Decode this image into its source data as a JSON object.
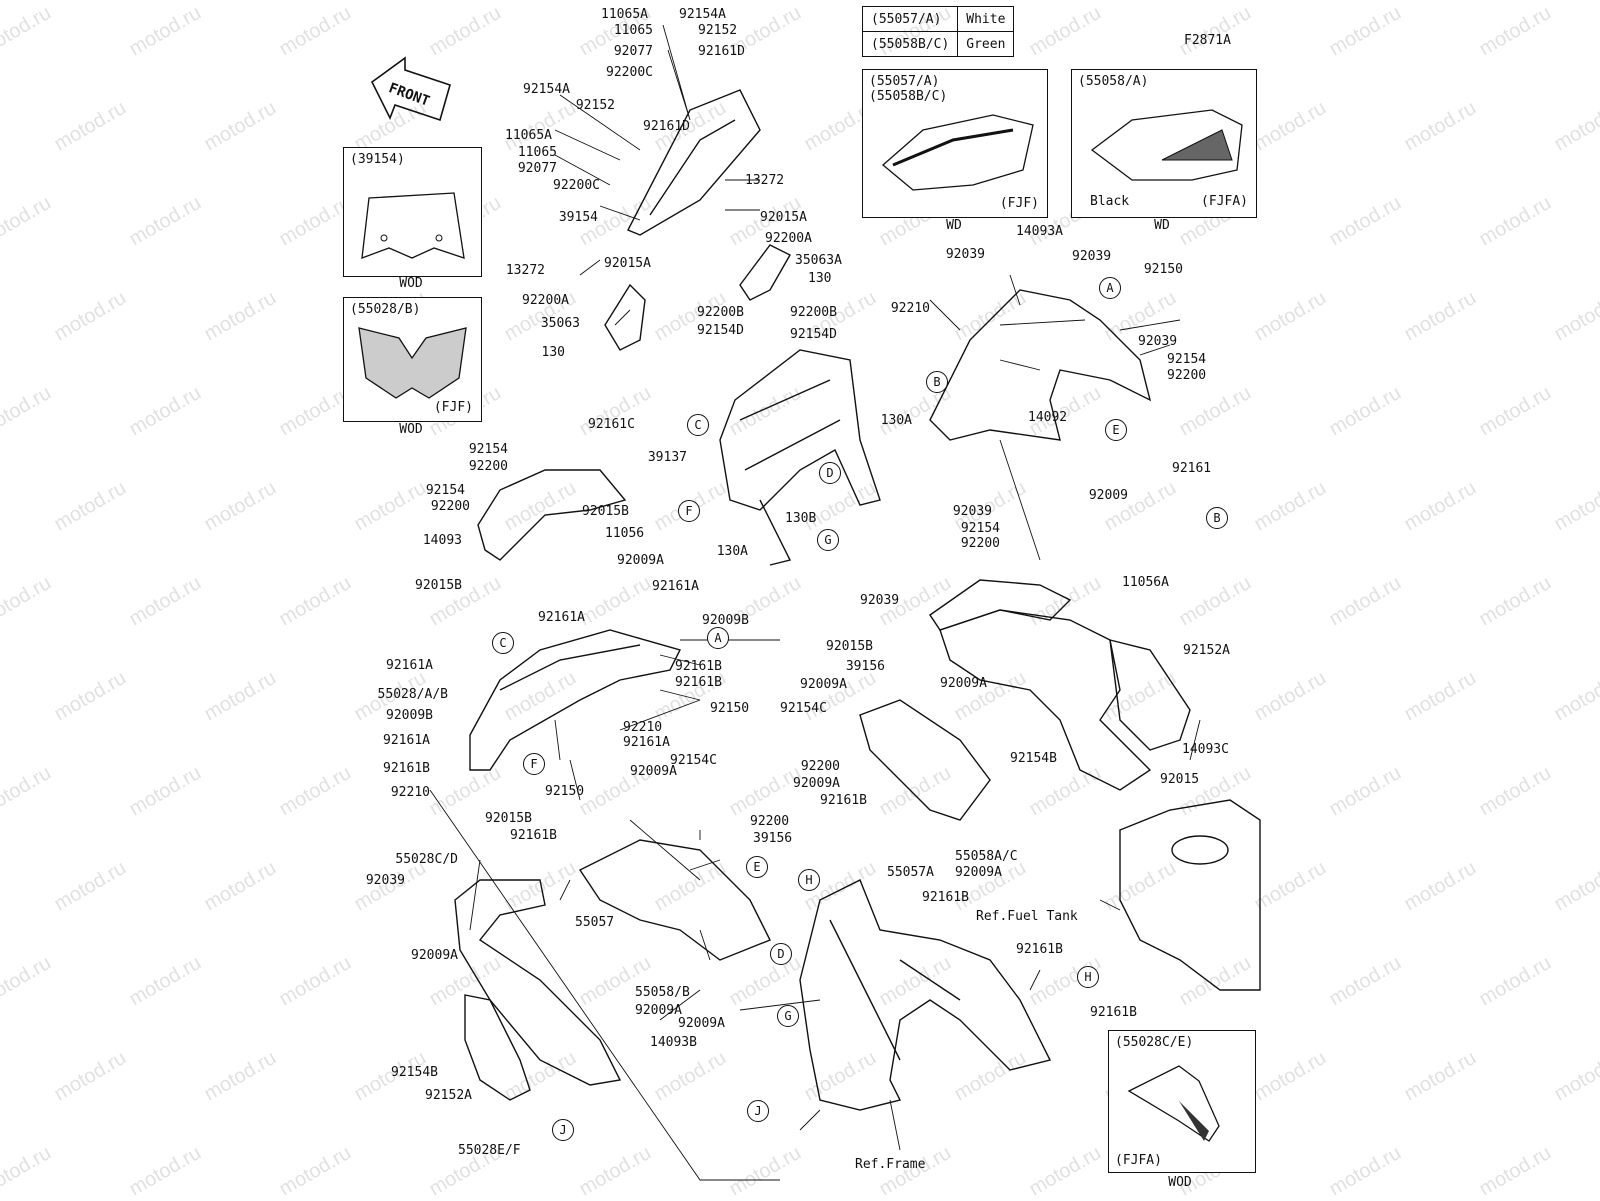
{
  "figure_code": "F2871A",
  "watermark": "motod.ru",
  "front_marker": "FRONT",
  "color_table": [
    {
      "code": "(55057/A)",
      "color": "White"
    },
    {
      "code": "(55058B/C)",
      "color": "Green"
    }
  ],
  "insets": {
    "windshield": {
      "code": "(39154)",
      "under": "WOD"
    },
    "upper_cowl": {
      "code": "(55028/B)",
      "foot": "(FJF)",
      "under": "WOD"
    },
    "side_white": {
      "code_line1": "(55057/A)",
      "code_line2": "(55058B/C)",
      "foot": "(FJF)",
      "under": "WD"
    },
    "side_black": {
      "code": "(55058/A)",
      "tag": "Black",
      "foot": "(FJFA)",
      "under": "WD"
    },
    "small_cowl": {
      "code": "(55028C/E)",
      "foot": "(FJFA)",
      "under": "WOD"
    }
  },
  "refs": {
    "fuel_tank": "Ref.Fuel Tank",
    "frame": "Ref.Frame"
  },
  "part_labels": [
    "11065A",
    "11065",
    "92077",
    "92200C",
    "92154A",
    "92152",
    "92161D",
    "92154A",
    "92152",
    "92161D",
    "11065A",
    "11065",
    "92077",
    "92200C",
    "39154",
    "13272",
    "92015A",
    "92200A",
    "35063A",
    "130",
    "13272",
    "92015A",
    "92200A",
    "92200B",
    "35063",
    "92154D",
    "92200B",
    "92154D",
    "130",
    "92039",
    "14093A",
    "92039",
    "92150",
    "92210",
    "92039",
    "92154",
    "92200",
    "14092",
    "92039",
    "92154",
    "92200",
    "92009",
    "92161",
    "11056A",
    "92161C",
    "39137",
    "130A",
    "130B",
    "130A",
    "92154",
    "92200",
    "92154",
    "92200",
    "92015B",
    "14093",
    "11056",
    "92009A",
    "92015B",
    "92161A",
    "92161A",
    "92009B",
    "92161A",
    "55028/A/B",
    "92161B",
    "92161B",
    "92150",
    "92009B",
    "92161A",
    "92210",
    "92161A",
    "92161B",
    "92210",
    "92150",
    "92015B",
    "92009A",
    "92154C",
    "92200",
    "39156",
    "92161B",
    "55028C/D",
    "92039",
    "92009A",
    "55057",
    "55058/B",
    "92009A",
    "92009A",
    "14093B",
    "92154B",
    "92152A",
    "55028E/F",
    "92039",
    "92015B",
    "39156",
    "92009A",
    "92009A",
    "92154C",
    "92200",
    "92009A",
    "92161B",
    "55057A",
    "55058A/C",
    "92009A",
    "92154B",
    "92152A",
    "14093C",
    "92015",
    "92161B",
    "92161B",
    "92161B"
  ],
  "callout_letters": [
    "A",
    "B",
    "C",
    "D",
    "E",
    "F",
    "G",
    "A",
    "B",
    "C",
    "E",
    "F",
    "H",
    "D",
    "G",
    "H",
    "J",
    "J"
  ]
}
